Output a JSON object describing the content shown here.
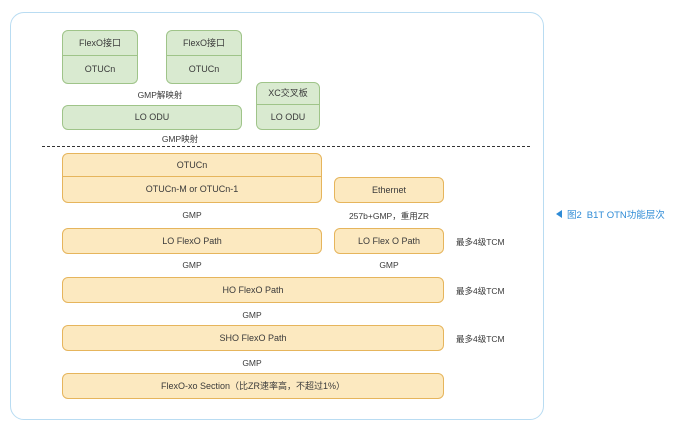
{
  "figure": {
    "caption_marker": "◀",
    "caption_number": "图2",
    "caption_text": "B1T OTN功能层次",
    "accent_color": "#2e8bd6",
    "panel_border_color": "#b9dcf2",
    "green_fill": "#d9ead0",
    "green_border": "#9fc489",
    "orange_fill": "#fce9c0",
    "orange_border": "#e6b55c"
  },
  "client_layer": {
    "flexo_if_1": "FlexO接口",
    "otucn_1": "OTUCn",
    "flexo_if_2": "FlexO接口",
    "otucn_2": "OTUCn",
    "xc_board": "XC交叉板",
    "xc_lo_odu": "LO ODU",
    "gmp_demap": "GMP解映射",
    "lo_odu": "LO ODU",
    "gmp_map": "GMP映射"
  },
  "server_layer": {
    "otucn": "OTUCn",
    "otucn_m": "OTUCn-M or OTUCn-1",
    "ethernet": "Ethernet",
    "gmp_1": "GMP",
    "eth_adapt": "257b+GMP，重用ZR",
    "lo_flexo_path": "LO FlexO Path",
    "lo_flex_o_path": "LO Flex O Path",
    "tcm_1": "最多4级TCM",
    "gmp_2": "GMP",
    "gmp_3": "GMP",
    "ho_flexo_path": "HO FlexO Path",
    "tcm_2": "最多4级TCM",
    "gmp_4": "GMP",
    "sho_flexo_path": "SHO FlexO Path",
    "tcm_3": "最多4级TCM",
    "gmp_5": "GMP",
    "flexo_xo_section": "FlexO-xo Section（比ZR速率高，不超过1%）"
  }
}
